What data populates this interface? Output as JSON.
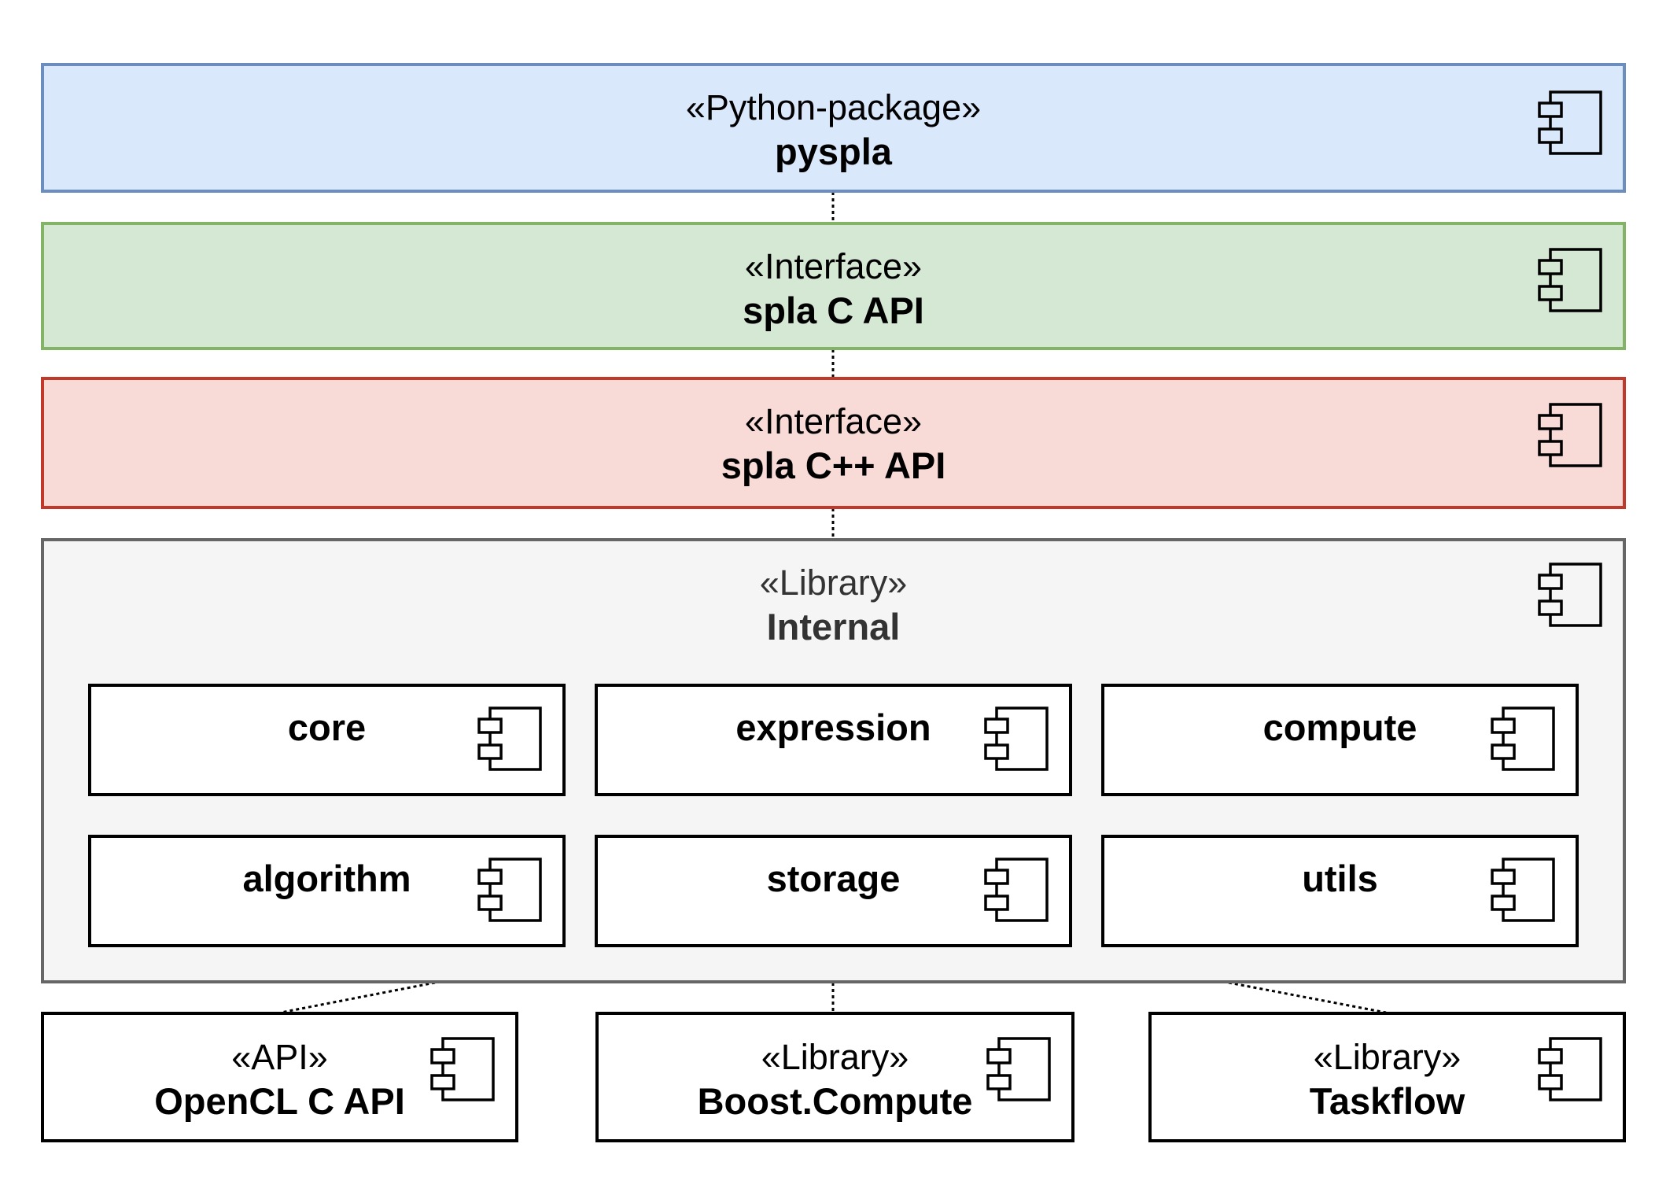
{
  "pyspla": {
    "stereotype": "«Python-package»",
    "name": "pyspla"
  },
  "c_api": {
    "stereotype": "«Interface»",
    "name": "spla C API"
  },
  "cpp_api": {
    "stereotype": "«Interface»",
    "name": "spla C++ API"
  },
  "internal": {
    "stereotype": "«Library»",
    "name": "Internal",
    "modules": [
      "core",
      "expression",
      "compute",
      "algorithm",
      "storage",
      "utils"
    ]
  },
  "deps": [
    {
      "stereotype": "«API»",
      "name": "OpenCL C API"
    },
    {
      "stereotype": "«Library»",
      "name": "Boost.Compute"
    },
    {
      "stereotype": "«Library»",
      "name": "Taskflow"
    }
  ],
  "colors": {
    "pyspla_fill": "#dae8fc",
    "pyspla_border": "#6c8ebf",
    "c_api_fill": "#d5e8d4",
    "c_api_border": "#82b366",
    "cpp_api_fill": "#f8dad6",
    "cpp_api_border": "#c0392b",
    "internal_fill": "#f5f5f5",
    "internal_border": "#666666",
    "internal_text": "#333333"
  },
  "icon": "uml-component-icon"
}
